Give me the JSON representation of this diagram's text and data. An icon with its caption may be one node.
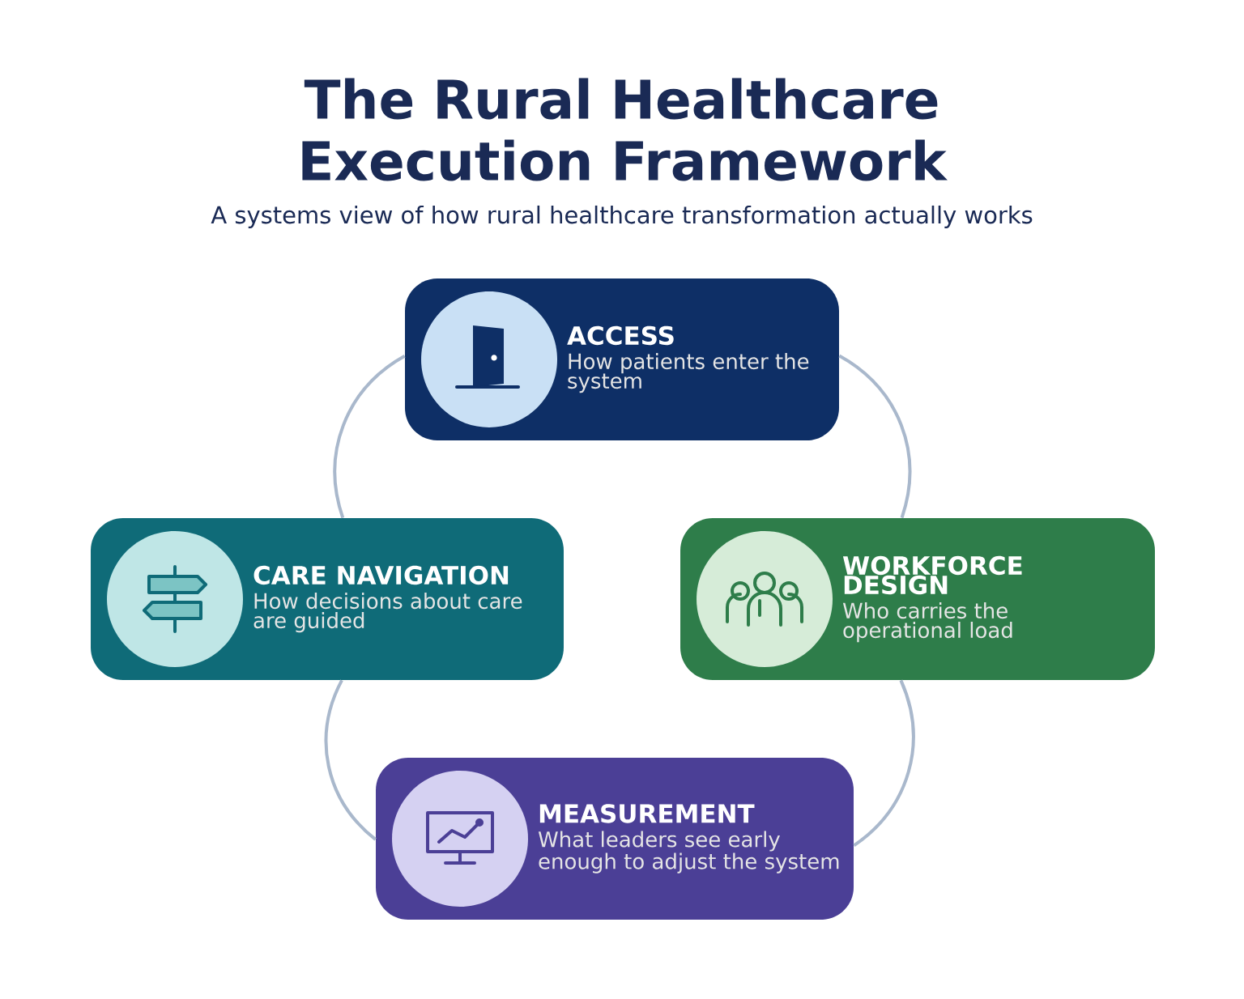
{
  "diagram": {
    "title": "The Rural Healthcare Execution Framework",
    "caption": "A systems view of how rural healthcare transformation actually works",
    "nodes": [
      {
        "text": [
          "ACCESS",
          "How patients enter the system"
        ]
      },
      {
        "text": [
          "CARE NAVIGATION",
          "How decisions about care are guided"
        ]
      },
      {
        "text": [
          "WORKFORCE DESIGN",
          "Who carries the operational load"
        ]
      },
      {
        "text": [
          "MEASUREMENT",
          "What leaders see early enough to adjust the system"
        ]
      }
    ],
    "edges": [
      {
        "from": 0,
        "to": 2,
        "arrow": "none"
      },
      {
        "from": 2,
        "to": 3,
        "arrow": "none"
      },
      {
        "from": 3,
        "to": 1,
        "arrow": "none"
      },
      {
        "from": 1,
        "to": 0,
        "arrow": "none"
      }
    ]
  }
}
